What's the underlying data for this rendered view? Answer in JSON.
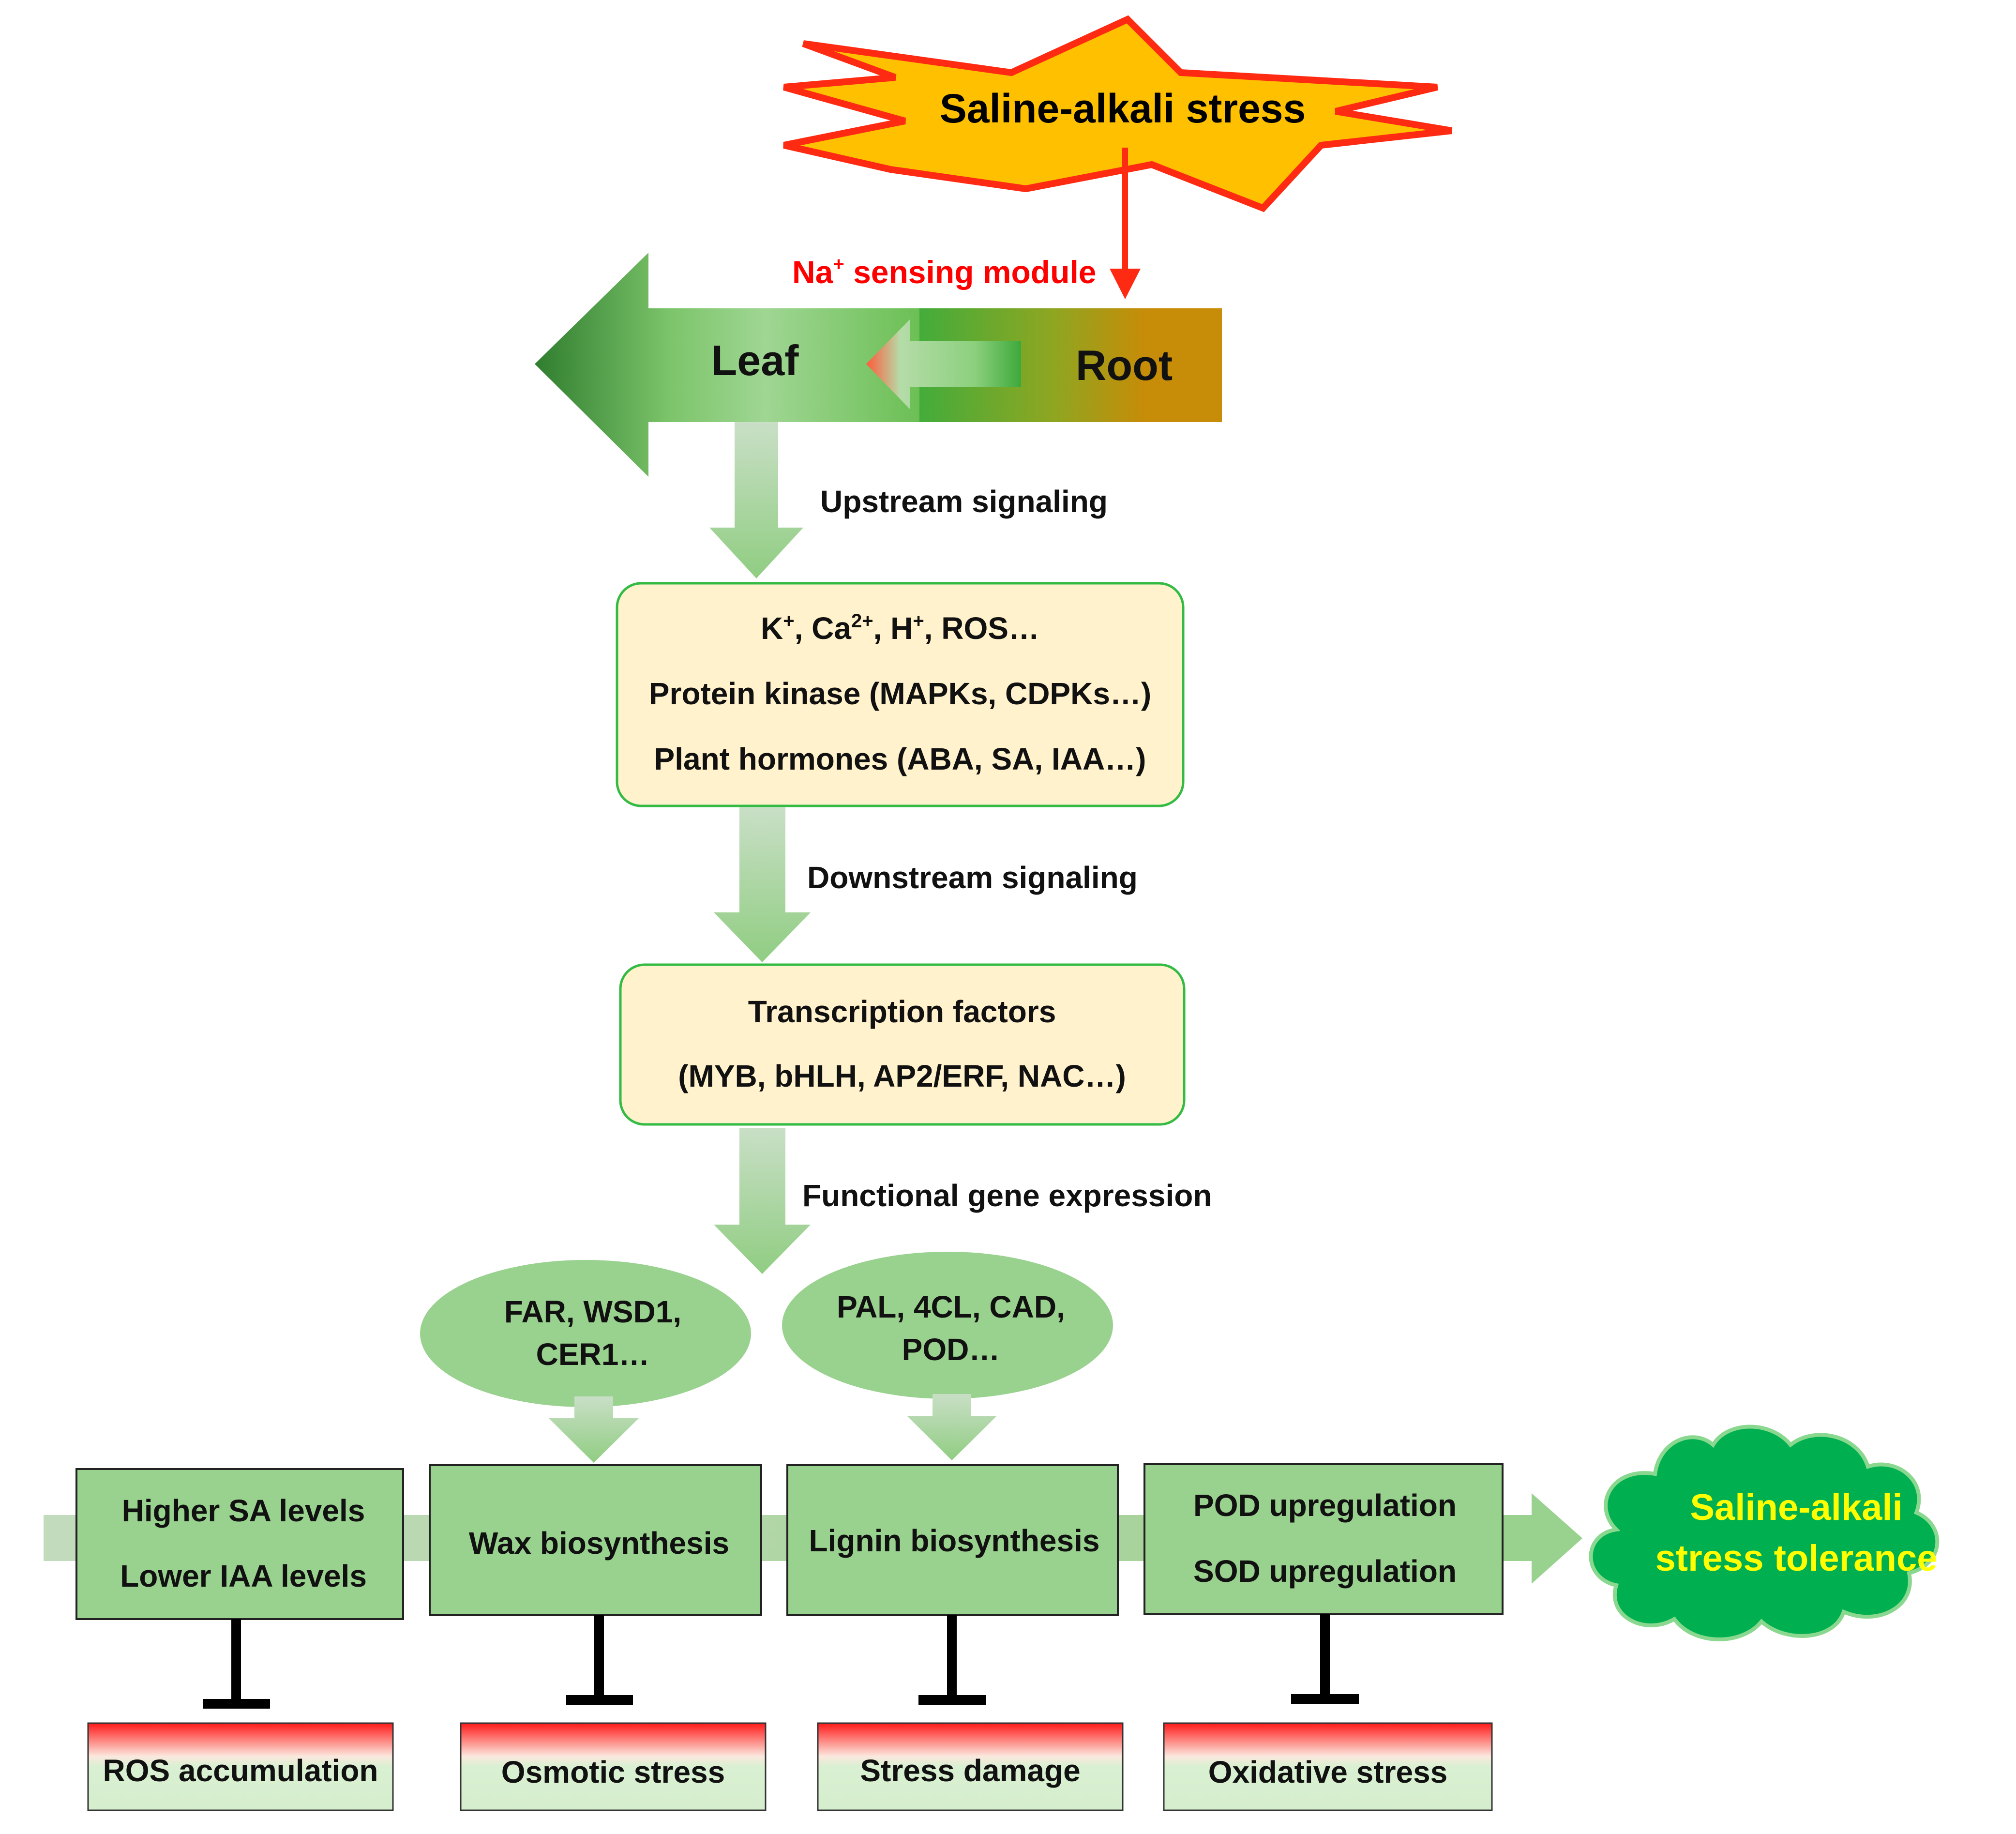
{
  "stress": {
    "label": "Saline-alkali stress"
  },
  "sensing": {
    "label": "Na",
    "sup": "+",
    "rest": " sensing module"
  },
  "organs": {
    "leaf": "Leaf",
    "root": "Root"
  },
  "upstream": {
    "label": "Upstream signaling"
  },
  "signal_box": {
    "line1": {
      "k": "K",
      "k_sup": "+",
      "ca": ", Ca",
      "ca_sup": "2+",
      "h": ", H",
      "h_sup": "+",
      "rest": ", ROS…"
    },
    "line2": "Protein kinase (MAPKs, CDPKs…)",
    "line3": "Plant hormones (ABA, SA, IAA…)"
  },
  "downstream": {
    "label": "Downstream signaling"
  },
  "tf_box": {
    "line1": "Transcription factors",
    "line2": "(MYB, bHLH, AP2/ERF, NAC…)"
  },
  "functional": {
    "label": "Functional gene expression"
  },
  "genes": [
    {
      "line1": "FAR, WSD1,",
      "line2": "CER1…"
    },
    {
      "line1": "PAL, 4CL, CAD,",
      "line2": "POD…"
    }
  ],
  "responses": [
    {
      "line1": "Higher SA levels",
      "line2": "Lower IAA levels"
    },
    {
      "line1": "Wax biosynthesis"
    },
    {
      "line1": "Lignin biosynthesis"
    },
    {
      "line1": "POD upregulation",
      "line2": "SOD upregulation"
    }
  ],
  "tolerance": {
    "line1": "Saline-alkali",
    "line2": "stress tolerance"
  },
  "inhibited": [
    "ROS accumulation",
    "Osmotic stress",
    "Stress damage",
    "Oxidative stress"
  ],
  "colors": {
    "stress_red": "#ff2a12",
    "stress_yellow": "#ffc000",
    "sensing_red": "#ff0000",
    "box_fill": "#fff2cc",
    "box_border": "#33bb44",
    "green_box": "#99d18e",
    "ellipse": "#99d18e",
    "cloud": "#00b050",
    "cloud_text": "#ffff00",
    "root_brown": "#c4890a",
    "arrow_pale": "#b7d7b0"
  }
}
